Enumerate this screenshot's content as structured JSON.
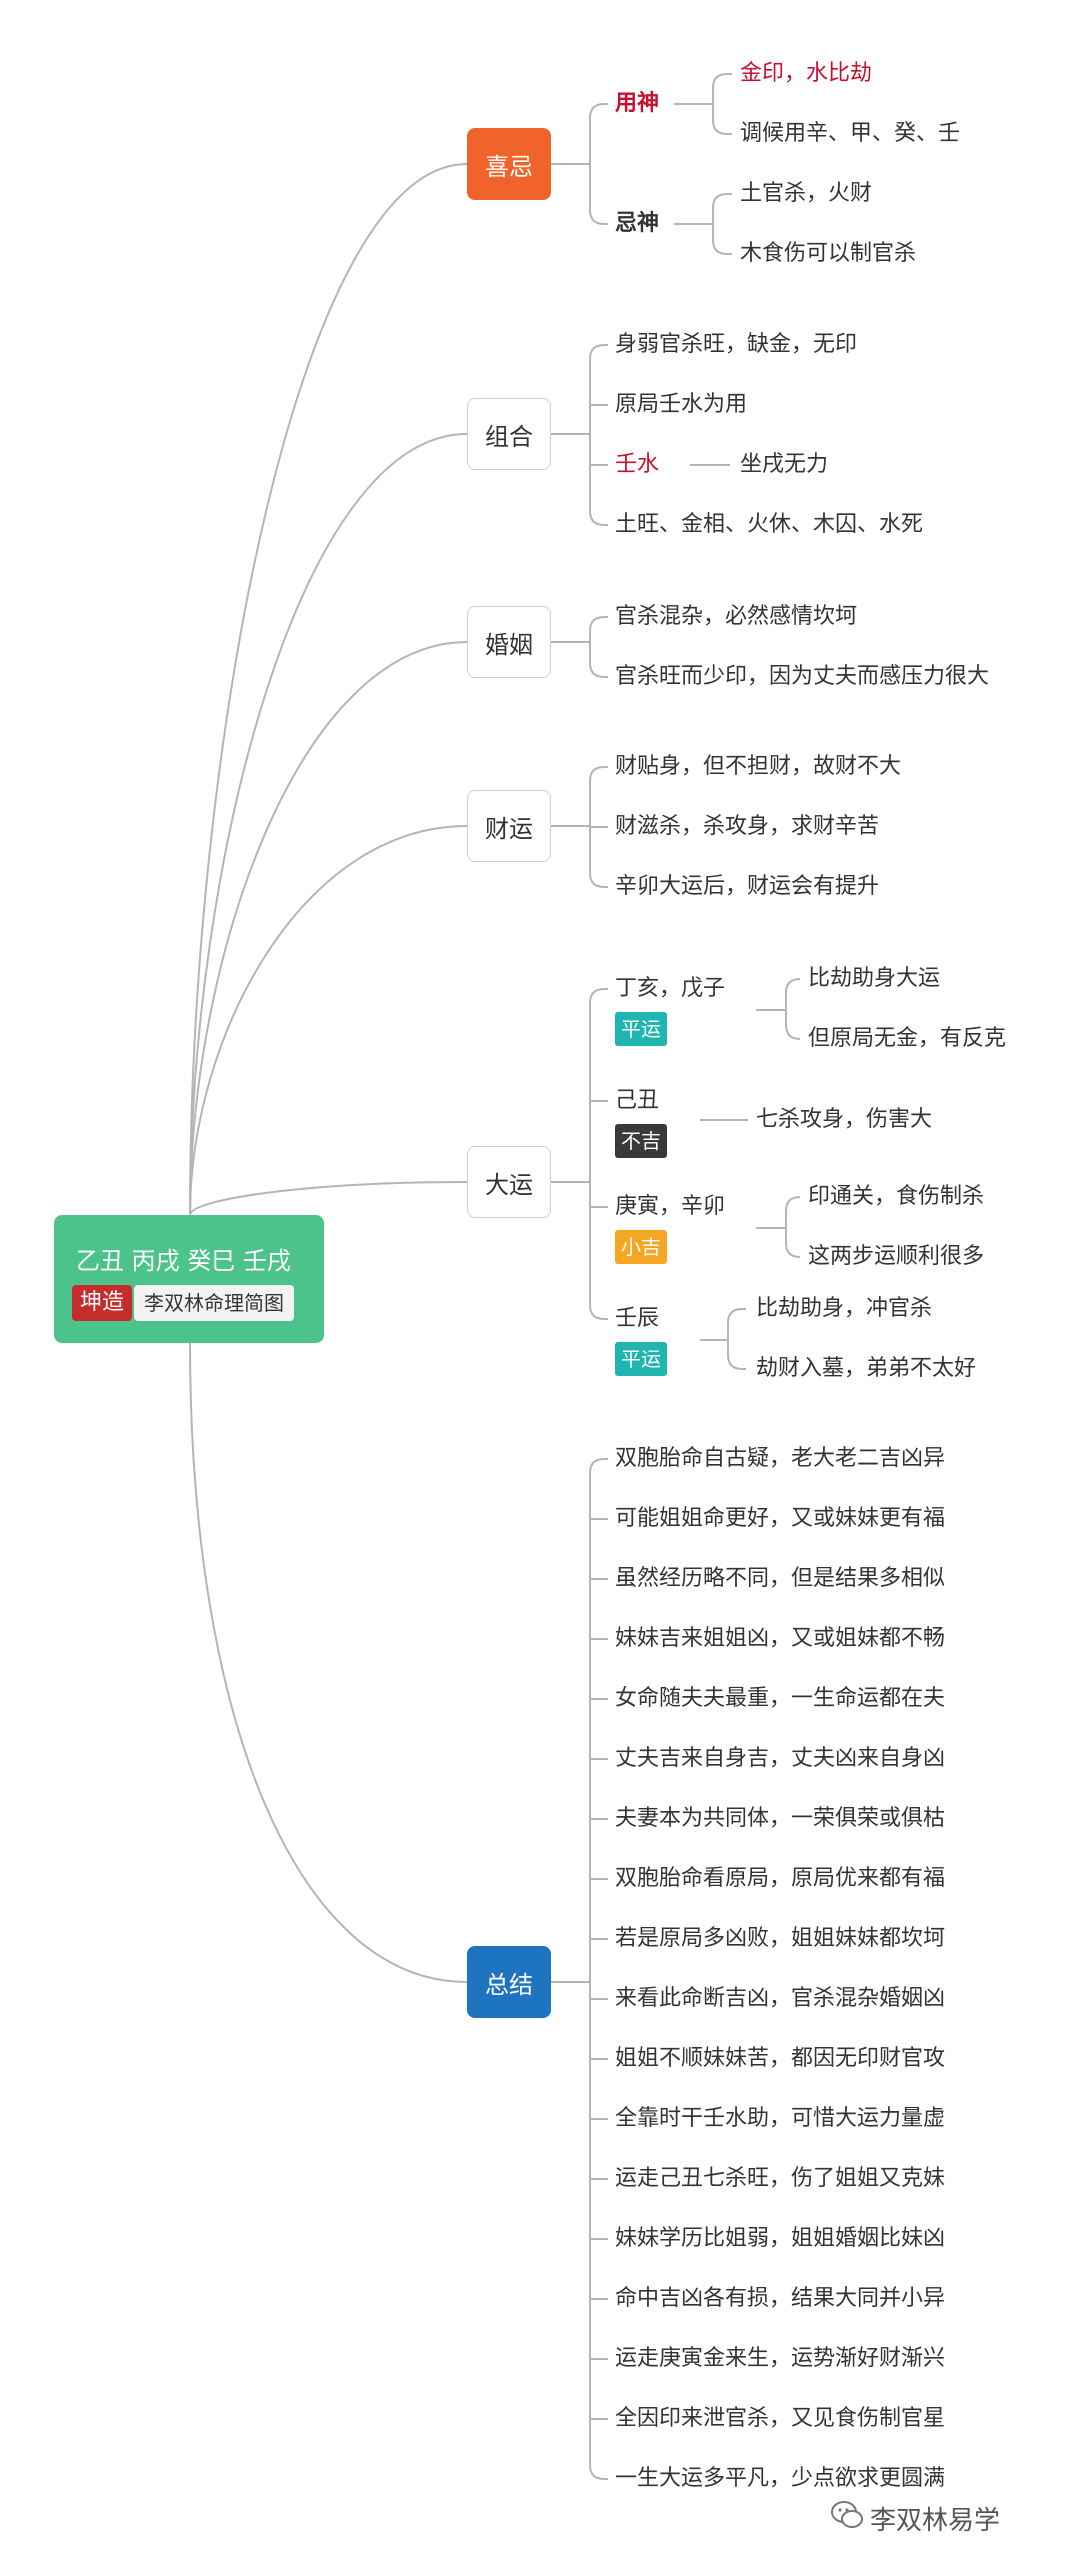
{
  "root": {
    "title": "乙丑 丙戌 癸巳 壬戌",
    "tag": "坤造",
    "subtitle": "李双林命理简图",
    "color": "#4cc38a"
  },
  "branches": {
    "xiji": {
      "label": "喜忌",
      "color": "#f0632b",
      "yongshen": {
        "label": "用神",
        "items": [
          "金印，水比劫",
          "调候用辛、甲、癸、壬"
        ]
      },
      "jishen": {
        "label": "忌神",
        "items": [
          "土官杀，火财",
          "木食伤可以制官杀"
        ]
      }
    },
    "zuhe": {
      "label": "组合",
      "items": [
        "身弱官杀旺，缺金，无印",
        "原局壬水为用",
        "壬水",
        "土旺、金相、火休、木囚、水死"
      ],
      "renshui_child": "坐戌无力"
    },
    "hunyin": {
      "label": "婚姻",
      "items": [
        "官杀混杂，必然感情坎坷",
        "官杀旺而少印，因为丈夫而感压力很大"
      ]
    },
    "caiyun": {
      "label": "财运",
      "items": [
        "财贴身，但不担财，故财不大",
        "财滋杀，杀攻身，求财辛苦",
        "辛卯大运后，财运会有提升"
      ]
    },
    "dayun": {
      "label": "大运",
      "groups": [
        {
          "name": "丁亥，戊子",
          "badge": "平运",
          "badge_color": "#1fb5b0",
          "items": [
            "比劫助身大运",
            "但原局无金，有反克"
          ]
        },
        {
          "name": "己丑",
          "badge": "不吉",
          "badge_color": "#3a3a3a",
          "items": [
            "七杀攻身，伤害大"
          ]
        },
        {
          "name": "庚寅，辛卯",
          "badge": "小吉",
          "badge_color": "#f5a623",
          "items": [
            "印通关，食伤制杀",
            "这两步运顺利很多"
          ]
        },
        {
          "name": "壬辰",
          "badge": "平运",
          "badge_color": "#1fb5b0",
          "items": [
            "比劫助身，冲官杀",
            "劫财入墓，弟弟不太好"
          ]
        }
      ]
    },
    "zongjie": {
      "label": "总结",
      "color": "#1f74c0",
      "items": [
        "双胞胎命自古疑，老大老二吉凶异",
        "可能姐姐命更好，又或妹妹更有福",
        "虽然经历略不同，但是结果多相似",
        "妹妹吉来姐姐凶，又或姐妹都不畅",
        "女命随夫夫最重，一生命运都在夫",
        "丈夫吉来自身吉，丈夫凶来自身凶",
        "夫妻本为共同体，一荣俱荣或俱枯",
        "双胞胎命看原局，原局优来都有福",
        "若是原局多凶败，姐姐妹妹都坎坷",
        "来看此命断吉凶，官杀混杂婚姻凶",
        "姐姐不顺妹妹苦，都因无印财官攻",
        "全靠时干壬水助，可惜大运力量虚",
        "运走己丑七杀旺，伤了姐姐又克妹",
        "妹妹学历比姐弱，姐姐婚姻比妹凶",
        "命中吉凶各有损，结果大同并小异",
        "运走庚寅金来生，运势渐好财渐兴",
        "全因印来泄官杀，又见食伤制官星",
        "一生大运多平凡，少点欲求更圆满"
      ]
    }
  },
  "watermark": "李双林易学",
  "colors": {
    "link": "#b5b5b5",
    "accent_red": "#c8102e"
  }
}
